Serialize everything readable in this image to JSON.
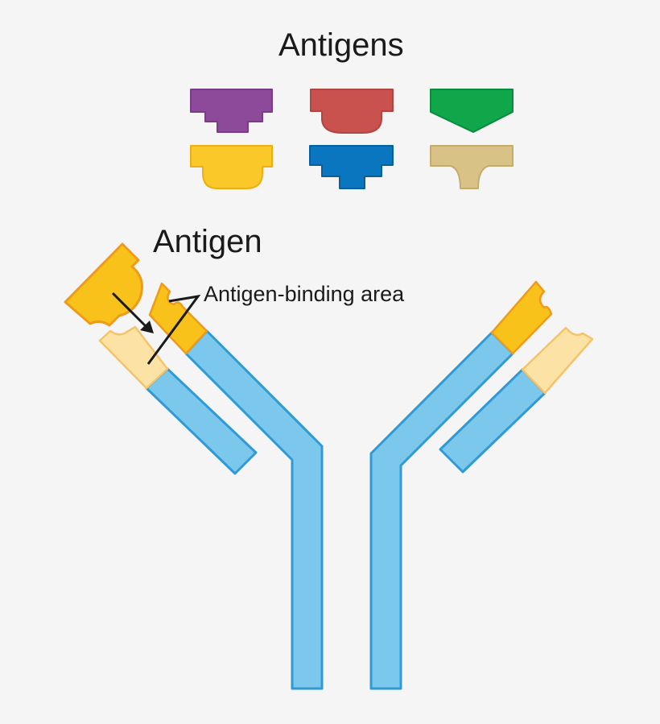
{
  "title": "Antigens",
  "antigen_label": "Antigen",
  "binding_label": "Antigen-binding area",
  "antigens": [
    {
      "name": "purple-antigen",
      "color": "#8e4a9a",
      "stroke": "#7a3c86"
    },
    {
      "name": "red-antigen",
      "color": "#c9524f",
      "stroke": "#b04542"
    },
    {
      "name": "green-antigen",
      "color": "#10a64a",
      "stroke": "#0b8b3c"
    },
    {
      "name": "yellow-antigen",
      "color": "#fbc82a",
      "stroke": "#eeae13"
    },
    {
      "name": "blue-antigen",
      "color": "#0a76bf",
      "stroke": "#075f9c"
    },
    {
      "name": "tan-antigen",
      "color": "#d8c285",
      "stroke": "#c3ac6c"
    }
  ],
  "colors": {
    "background": "#f5f5f5",
    "antibody_chain": "#7cc8ec",
    "antibody_outline": "#2f9ad6",
    "binding_site": "#f9c21b",
    "binding_site_light": "#fde2a6",
    "bound_antigen": "#f9c21b"
  }
}
